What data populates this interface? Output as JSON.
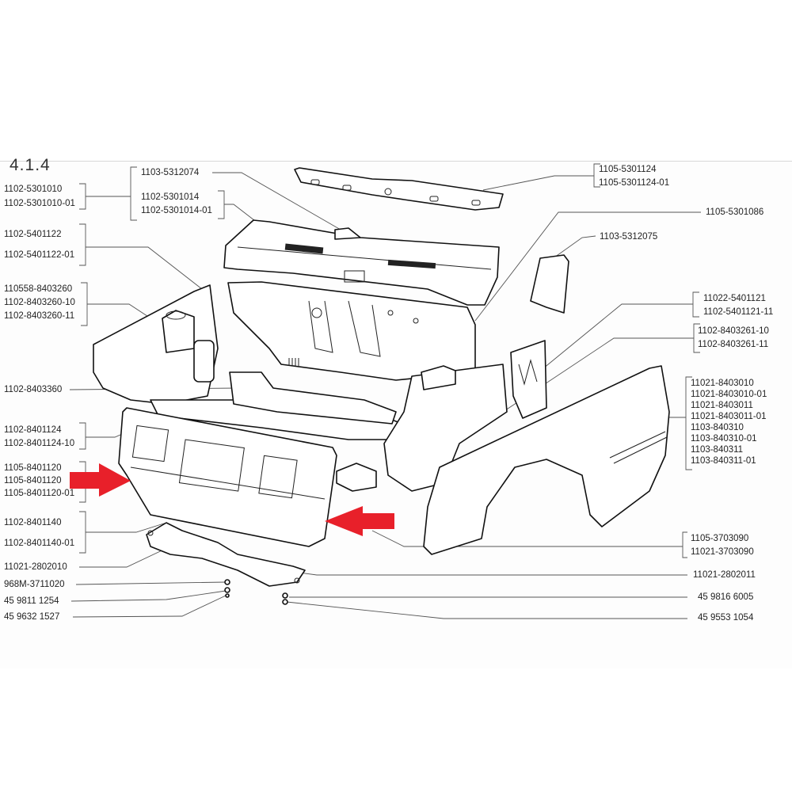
{
  "section_number": "4.1.4",
  "labels_left": [
    {
      "id": "l1",
      "lines": [
        "1102-5301010",
        "1102-5301010-01"
      ]
    },
    {
      "id": "l2",
      "lines": [
        "1102-5401122",
        "1102-5401122-01"
      ]
    },
    {
      "id": "l3",
      "lines": [
        "110558-8403260",
        "1102-8403260-10",
        "1102-8403260-11"
      ]
    },
    {
      "id": "l4",
      "lines": [
        "1102-8403360"
      ]
    },
    {
      "id": "l5",
      "lines": [
        "1102-8401124",
        "1102-8401124-10"
      ]
    },
    {
      "id": "l6",
      "lines": [
        "1105-8401120",
        "1105-8401120",
        "1105-8401120-01"
      ]
    },
    {
      "id": "l7",
      "lines": [
        "1102-8401140",
        "1102-8401140-01"
      ]
    },
    {
      "id": "l8",
      "lines": [
        "11021-2802010"
      ]
    },
    {
      "id": "l9",
      "lines": [
        "968M-3711020"
      ]
    },
    {
      "id": "l10",
      "lines": [
        "45 9811 1254"
      ]
    },
    {
      "id": "l11",
      "lines": [
        "45 9632 1527"
      ]
    }
  ],
  "labels_top": [
    {
      "id": "t1",
      "lines": [
        "1103-5312074"
      ]
    },
    {
      "id": "t2",
      "lines": [
        "1102-5301014",
        "1102-5301014-01"
      ]
    }
  ],
  "labels_right": [
    {
      "id": "r1",
      "lines": [
        "1105-5301124",
        "1105-5301124-01"
      ]
    },
    {
      "id": "r2",
      "lines": [
        "1105-5301086"
      ]
    },
    {
      "id": "r3",
      "lines": [
        "1103-5312075"
      ]
    },
    {
      "id": "r4",
      "lines": [
        "11022-5401121",
        "1102-5401121-11"
      ]
    },
    {
      "id": "r5",
      "lines": [
        "1102-8403261-10",
        "1102-8403261-11"
      ]
    },
    {
      "id": "r6",
      "lines": [
        "11021-8403010",
        "11021-8403010-01",
        "11021-8403011",
        "11021-8403011-01",
        "1103-840310",
        "1103-840310-01",
        "1103-840311",
        "1103-840311-01"
      ]
    },
    {
      "id": "r7",
      "lines": [
        "1105-3703090",
        "11021-3703090"
      ]
    },
    {
      "id": "r8",
      "lines": [
        "11021-2802011"
      ]
    },
    {
      "id": "r9",
      "lines": [
        "45 9816 6005"
      ]
    },
    {
      "id": "r10",
      "lines": [
        "45 9553 1054"
      ]
    }
  ],
  "highlights": {
    "arrow_color": "#e8202a",
    "arrows": [
      {
        "name": "highlight-arrow-right",
        "direction": "right",
        "points_to": "1105-8401120"
      },
      {
        "name": "highlight-arrow-left",
        "direction": "left",
        "points_to": "1105-8401120"
      }
    ]
  }
}
